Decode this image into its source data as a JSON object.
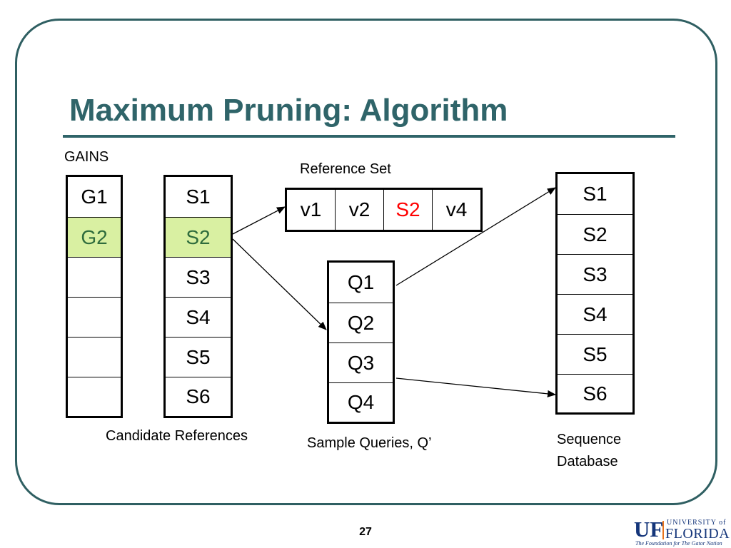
{
  "slide": {
    "title": "Maximum Pruning: Algorithm",
    "page_number": "27"
  },
  "labels": {
    "gains": "GAINS",
    "reference_set": "Reference Set",
    "candidate_references": "Candidate References",
    "sample_queries": "Sample Queries, Q’",
    "sequence_database_line1": "Sequence",
    "sequence_database_line2": "Database"
  },
  "gains": [
    "G1",
    "G2",
    "",
    "",
    "",
    ""
  ],
  "candidates": [
    "S1",
    "S2",
    "S3",
    "S4",
    "S5",
    "S6"
  ],
  "reference_set": [
    "v1",
    "v2",
    "S2",
    "v4"
  ],
  "queries": [
    "Q1",
    "Q2",
    "Q3",
    "Q4"
  ],
  "database": [
    "S1",
    "S2",
    "S3",
    "S4",
    "S5",
    "S6"
  ],
  "highlight": {
    "gains_row": 2,
    "candidate_row": 2,
    "reference_slot": 3
  },
  "colors": {
    "title": "#2f6469",
    "highlight": "#d9f0a2",
    "reference_new": "#ff0000",
    "frame": "#2f5f62"
  },
  "logo": {
    "mark": "UF",
    "university_of": "UNIVERSITY of",
    "florida": "FLORIDA",
    "tagline": "The Foundation for The Gator Nation"
  }
}
